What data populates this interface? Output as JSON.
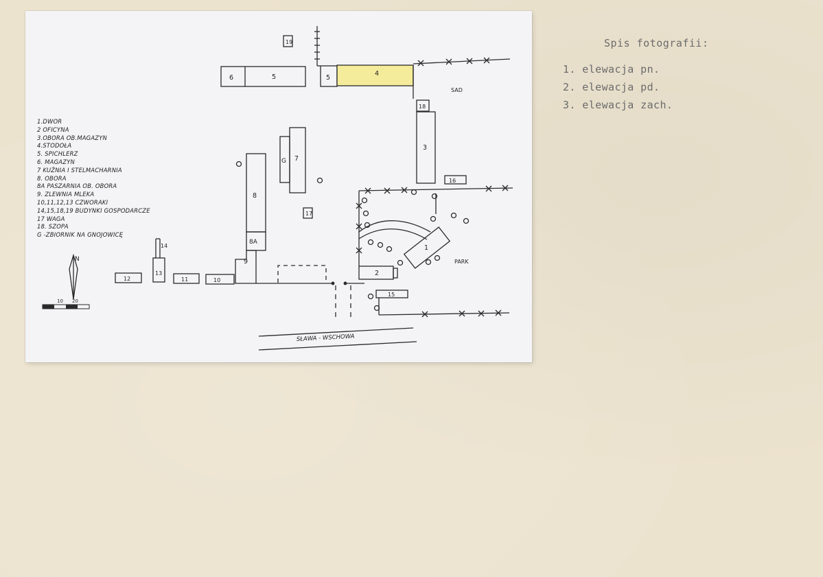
{
  "colors": {
    "paper": "#ece3cf",
    "photo": "#f4f4f6",
    "ink": "#222222",
    "highlight": "#f4ec9a",
    "typewriter": "#6b6b6b"
  },
  "legend": {
    "items": [
      "1.DWOR",
      "2 OFICYNA",
      "3.OBORA OB.MAGAZYN",
      "4.STODOŁA",
      "5. SPICHLERZ",
      "6. MAGAZYN",
      "7 KUŹNIA I STELMACHARNIA",
      "8. OBORA",
      "8A PASZARNIA OB. OBORA",
      "9. ZLEWNIA MLEKA",
      "10,11,12,13 CZWORAKI",
      "14,15,18,19 BUDYNKI GOSPODARCZE",
      "17 WAGA",
      "18. SZOPA",
      "G -ZBIORNIK NA GNOJOWICĘ"
    ]
  },
  "map": {
    "buildings": {
      "b1": "1",
      "b2": "2",
      "b3": "3",
      "b4": "4",
      "b5": "5",
      "b6": "6",
      "b7": "7",
      "bG": "G",
      "b8": "8",
      "b8a": "8A",
      "b9": "9",
      "b10": "10",
      "b11": "11",
      "b12": "12",
      "b13": "13",
      "b14": "14",
      "b15": "15",
      "b16": "16",
      "b17": "17",
      "b18": "18",
      "b19": "19"
    },
    "area_labels": {
      "sad": "SAD",
      "park": "PARK"
    },
    "road_label": "SŁAWA - WSCHOWA",
    "north_symbol": "N",
    "scale": {
      "label_a": "10",
      "label_b": "20"
    }
  },
  "photo_list": {
    "title": "Spis fotografii:",
    "items": [
      "1. elewacja pn.",
      "2. elewacja pd.",
      "3. elewacja zach."
    ]
  }
}
